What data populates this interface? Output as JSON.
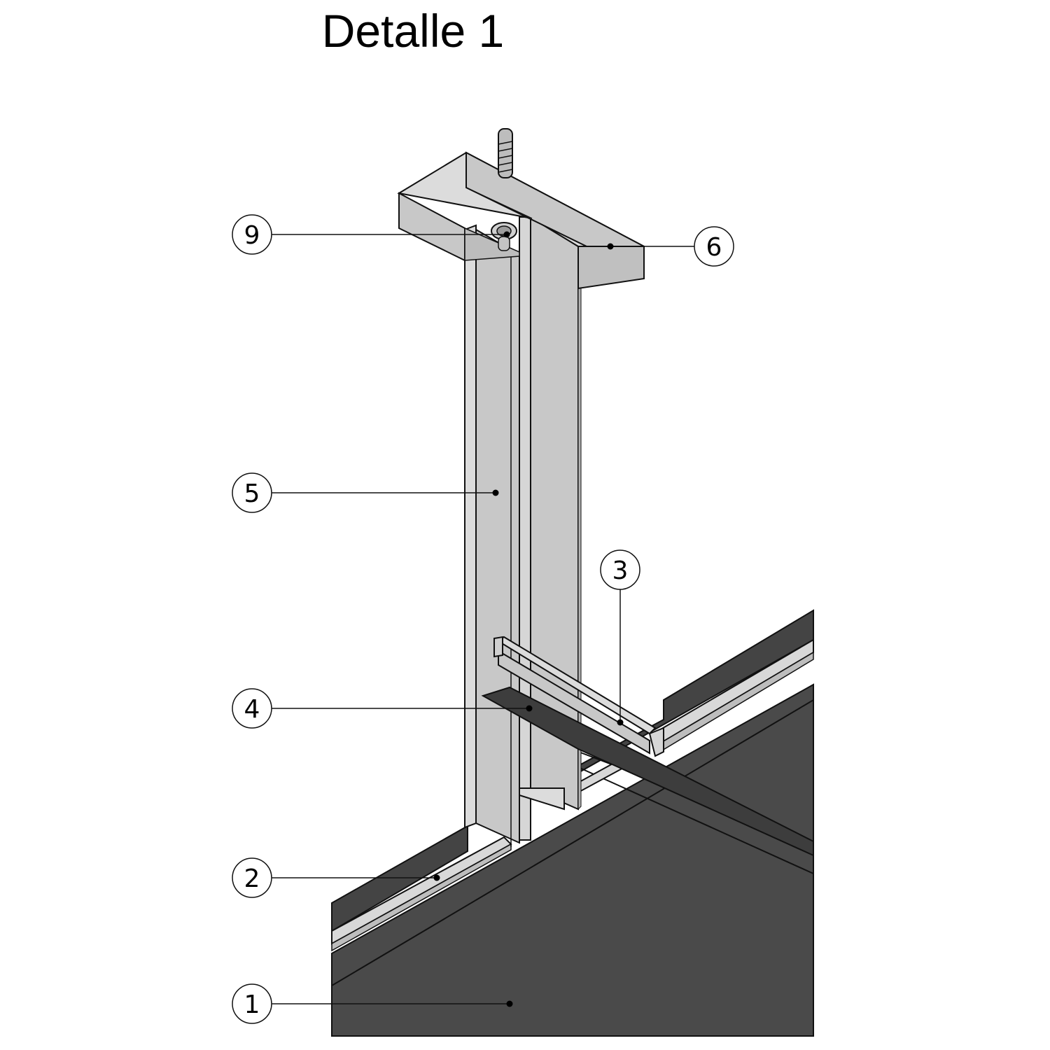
{
  "title": "Detalle 1",
  "callouts": [
    {
      "id": "c9",
      "label": "9"
    },
    {
      "id": "c6",
      "label": "6"
    },
    {
      "id": "c5",
      "label": "5"
    },
    {
      "id": "c3",
      "label": "3"
    },
    {
      "id": "c4",
      "label": "4"
    },
    {
      "id": "c2",
      "label": "2"
    },
    {
      "id": "c1",
      "label": "1"
    }
  ],
  "colors": {
    "board": "#4a4a4a",
    "board_dark": "#3d3d3d",
    "metal": "#c8c8c8",
    "metal_light": "#dcdcdc",
    "metal_dark": "#b2b2b2",
    "line": "#111111"
  }
}
